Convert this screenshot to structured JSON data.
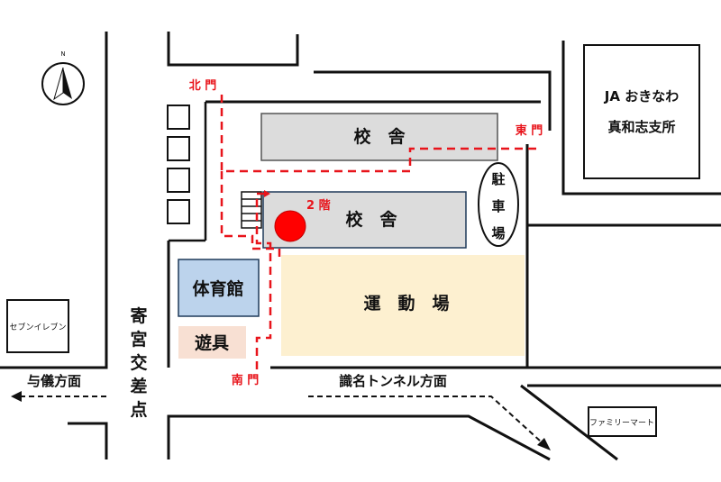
{
  "gates": {
    "north": "北 門",
    "east": "東 門",
    "south": "南 門"
  },
  "buildings": {
    "school_north": "校　舎",
    "school_south": "校　舎",
    "gym": "体育館",
    "playground_equipment": "遊具",
    "sports_field": "運　動　場",
    "parking": [
      "駐",
      "車",
      "場"
    ]
  },
  "floor_marker": "2 階",
  "landmarks": {
    "ja_line1": "JA おきなわ",
    "ja_line2": "真和志支所",
    "seven_eleven": "セブンイレブン",
    "family_mart": "ファミリーマート"
  },
  "directions": {
    "yogi": "与儀方面",
    "shikina_tunnel": "識名トンネル方面"
  },
  "intersection": [
    "寄",
    "宮",
    "交",
    "差",
    "点"
  ],
  "compass": {
    "north_label": "N"
  },
  "colors": {
    "route": "#e8141b",
    "school_fill": "#dcdcdc",
    "gym_fill": "#bcd3ec",
    "equipment_fill": "#f8e0d3",
    "field_fill": "#fdf0d0",
    "marker": "#ff0000"
  }
}
